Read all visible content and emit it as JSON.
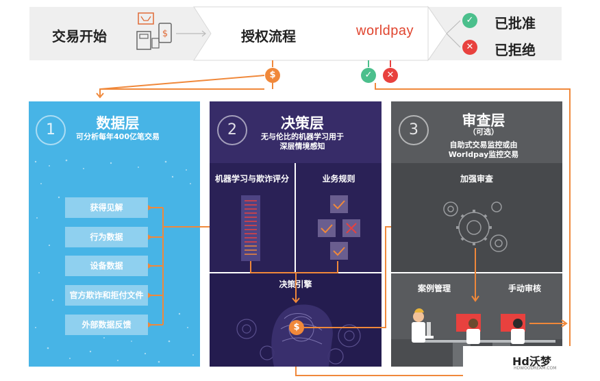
{
  "header": {
    "start_label": "交易开始",
    "auth_label": "授权流程",
    "brand": "worldpay",
    "approved_label": "已批准",
    "declined_label": "已拒绝",
    "approved_icon": "check-icon",
    "declined_icon": "x-icon"
  },
  "columns": [
    {
      "number": "1",
      "title": "数据层",
      "subtitle": "可分析每年400亿笔交易",
      "rows": [
        "获得见解",
        "行为数据",
        "设备数据",
        "官方欺诈和拒付文件",
        "外部数据反馈"
      ]
    },
    {
      "number": "2",
      "title": "决策层",
      "subtitle_line1": "无与伦比的机器学习用于",
      "subtitle_line2": "深层情境感知",
      "panel_ml": "机器学习与欺诈评分",
      "panel_rules": "业务规则",
      "engine": "决策引擎"
    },
    {
      "number": "3",
      "title": "审查层",
      "optional": "（可选）",
      "subtitle_line1": "自助式交易监控或由",
      "subtitle_line2": "Worldpay监控交易",
      "panel_enhanced": "加强审查",
      "panel_case": "案例管理",
      "panel_manual": "手动审核"
    }
  ],
  "colors": {
    "orange": "#f0883a",
    "green": "#4bbf8c",
    "red": "#e8413e",
    "blue": "#47b4e6",
    "purple": "#372c68",
    "gray": "#595b5e"
  },
  "watermark": {
    "text": "Hd沃梦",
    "small": "HDWOODREAM.COM"
  }
}
